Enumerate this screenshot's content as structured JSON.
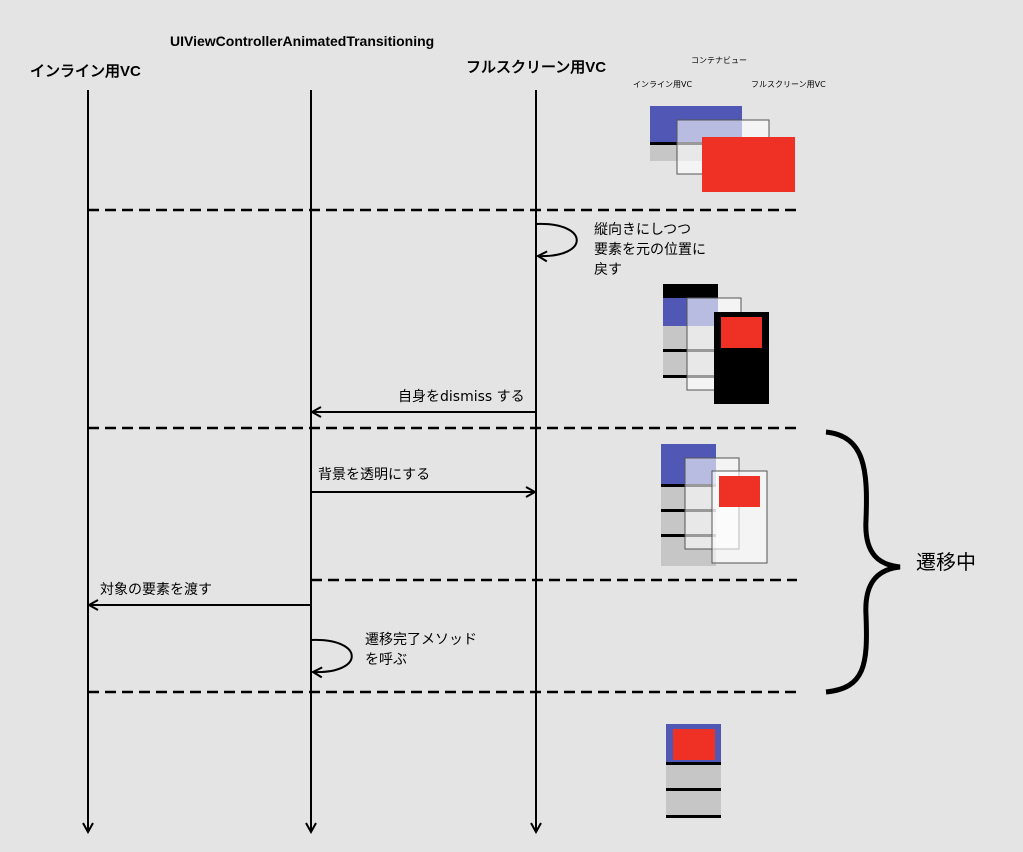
{
  "headers": {
    "inline_vc": "インライン用VC",
    "transitioning": "UIViewControllerAnimatedTransitioning",
    "fullscreen_vc": "フルスクリーン用VC"
  },
  "legend": {
    "container_view": "コンテナビュー",
    "inline_vc": "インライン用VC",
    "fullscreen_vc": "フルスクリーン用VC"
  },
  "messages": {
    "rotate_line1": "縦向きにしつつ",
    "rotate_line2": "要素を元の位置に",
    "rotate_line3": "戻す",
    "dismiss": "自身をdismiss する",
    "transparent": "背景を透明にする",
    "pass_element": "対象の要素を渡す",
    "complete_line1": "遷移完了メソッド",
    "complete_line2": "を呼ぶ"
  },
  "brace_label": "遷移中",
  "colors": {
    "blue": "#5057b5",
    "red": "#ee3124",
    "gray": "#c6c6c6",
    "background": "#e4e4e4"
  }
}
